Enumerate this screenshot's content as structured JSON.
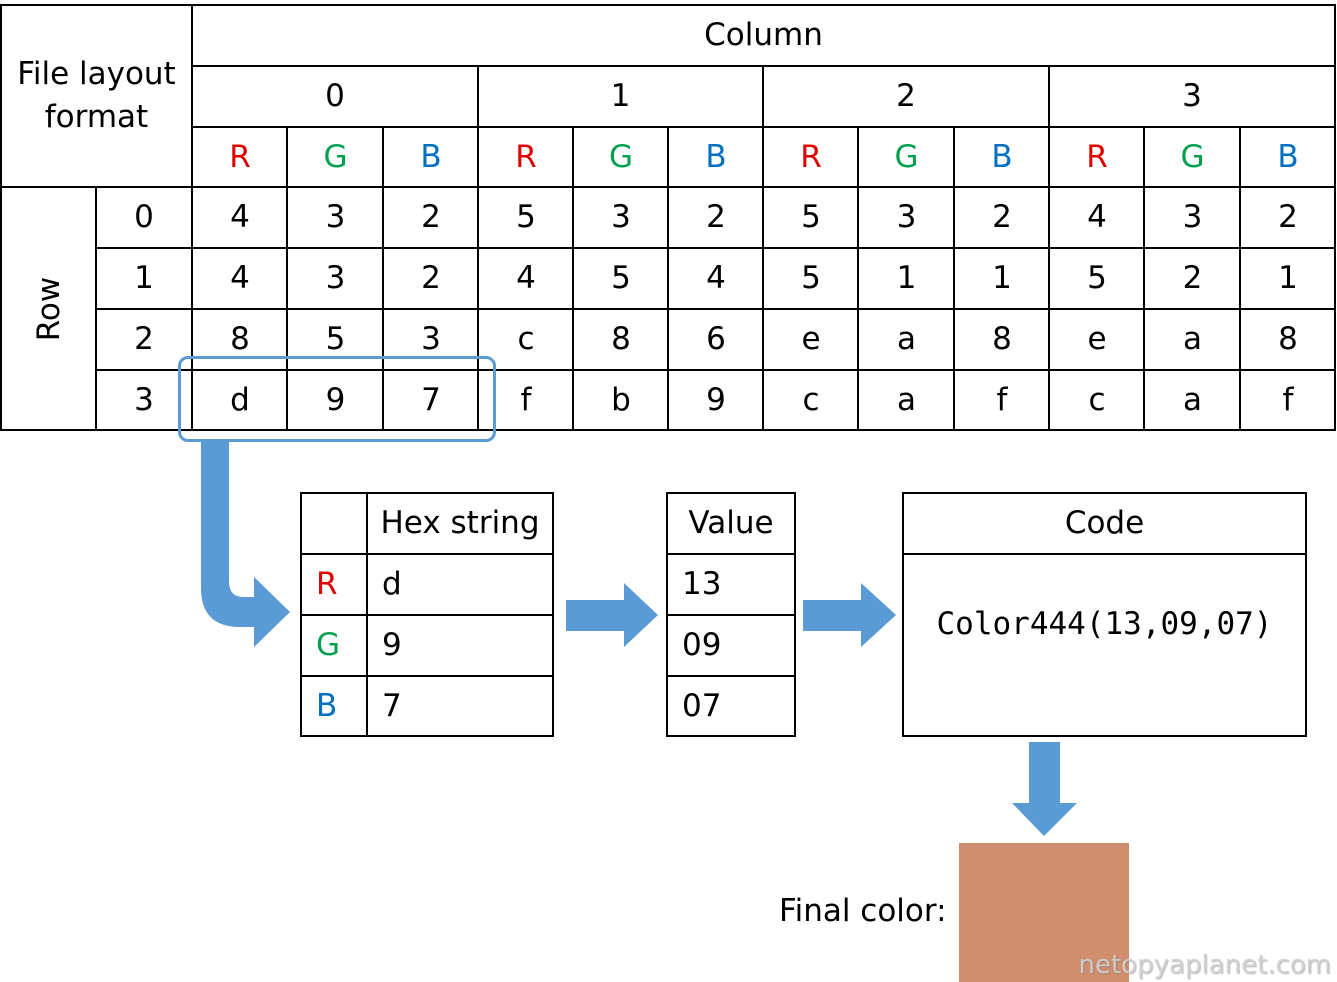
{
  "layout_table": {
    "corner_label": "File layout\nformat",
    "column_header": "Column",
    "row_header": "Row",
    "columns": [
      "0",
      "1",
      "2",
      "3"
    ],
    "channels": [
      "R",
      "G",
      "B"
    ],
    "rows": [
      {
        "label": "0",
        "values": [
          "4",
          "3",
          "2",
          "5",
          "3",
          "2",
          "5",
          "3",
          "2",
          "4",
          "3",
          "2"
        ]
      },
      {
        "label": "1",
        "values": [
          "4",
          "3",
          "2",
          "4",
          "5",
          "4",
          "5",
          "1",
          "1",
          "5",
          "2",
          "1"
        ]
      },
      {
        "label": "2",
        "values": [
          "8",
          "5",
          "3",
          "c",
          "8",
          "6",
          "e",
          "a",
          "8",
          "e",
          "a",
          "8"
        ]
      },
      {
        "label": "3",
        "values": [
          "d",
          "9",
          "7",
          "f",
          "b",
          "9",
          "c",
          "a",
          "f",
          "c",
          "a",
          "f"
        ]
      }
    ],
    "highlight": {
      "row": 3,
      "column": 0
    }
  },
  "hex_table": {
    "header": "Hex string",
    "rows": [
      {
        "channel": "R",
        "hex": "d"
      },
      {
        "channel": "G",
        "hex": "9"
      },
      {
        "channel": "B",
        "hex": "7"
      }
    ]
  },
  "value_table": {
    "header": "Value",
    "values": [
      "13",
      "09",
      "07"
    ]
  },
  "code_box": {
    "header": "Code",
    "code": "Color444(13,09,07)"
  },
  "final": {
    "label": "Final color:",
    "color": "#cf8e6d"
  },
  "colors": {
    "R": "#e00000",
    "G": "#00a050",
    "B": "#0070c0",
    "arrow": "#5b9bd5",
    "highlight_box": "#5b9bd5"
  },
  "watermark": "netopyaplanet.com"
}
